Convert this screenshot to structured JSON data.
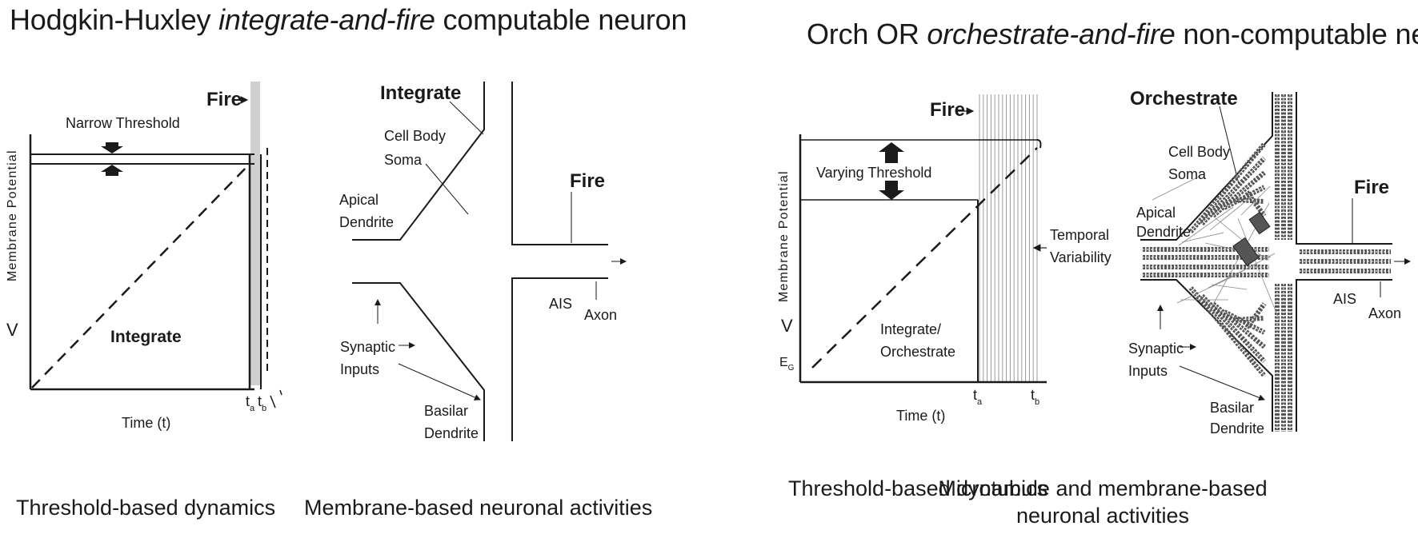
{
  "left_panel": {
    "title_prefix": "Hodgkin-Huxley ",
    "title_italic": "integrate-and-fire",
    "title_suffix": " computable neuron",
    "graph": {
      "y_axis_label": "Membrane Potential",
      "y_axis_v": "V",
      "x_axis_label": "Time (t)",
      "threshold_label": "Narrow Threshold",
      "fire_label": "Fire",
      "integrate_label": "Integrate",
      "tick_ta": "t",
      "tick_ta_sub": "a",
      "tick_tb": "t",
      "tick_tb_sub": "b"
    },
    "neuron": {
      "integrate_label": "Integrate",
      "cell_body_line1": "Cell Body",
      "cell_body_line2": "Soma",
      "apical_line1": "Apical",
      "apical_line2": "Dendrite",
      "fire_label": "Fire",
      "ais_label": "AIS",
      "axon_label": "Axon",
      "synaptic_line1": "Synaptic",
      "synaptic_line2": "Inputs",
      "basilar_line1": "Basilar",
      "basilar_line2": "Dendrite"
    },
    "caption_graph": "Threshold-based dynamics",
    "caption_neuron": "Membrane-based neuronal activities"
  },
  "right_panel": {
    "title_prefix": "Orch OR ",
    "title_italic": "orchestrate-and-fire",
    "title_suffix": " non-computable neuron",
    "graph": {
      "y_axis_label": "Membrane Potential",
      "y_axis_v": "V",
      "eg_label": "E",
      "eg_sub": "G",
      "x_axis_label": "Time (t)",
      "threshold_label": "Varying Threshold",
      "fire_label": "Fire",
      "integrate_line1": "Integrate/",
      "integrate_line2": "Orchestrate",
      "temporal_line1": "Temporal",
      "temporal_line2": "Variability",
      "tick_ta": "t",
      "tick_ta_sub": "a",
      "tick_tb": "t",
      "tick_tb_sub": "b"
    },
    "neuron": {
      "orchestrate_label": "Orchestrate",
      "cell_body_line1": "Cell Body",
      "cell_body_line2": "Soma",
      "apical_line1": "Apical",
      "apical_line2": "Dendrite",
      "fire_label": "Fire",
      "ais_label": "AIS",
      "axon_label": "Axon",
      "synaptic_line1": "Synaptic",
      "synaptic_line2": "Inputs",
      "basilar_line1": "Basilar",
      "basilar_line2": "Dendrite"
    },
    "caption_graph": "Threshold-based dynamics",
    "caption_neuron_line1": "Microtubule and membrane-based",
    "caption_neuron_line2": "neuronal activities"
  },
  "colors": {
    "line": "#1a1a1a",
    "fire_band": "#cfcfcf",
    "microtubule": "#555555"
  }
}
